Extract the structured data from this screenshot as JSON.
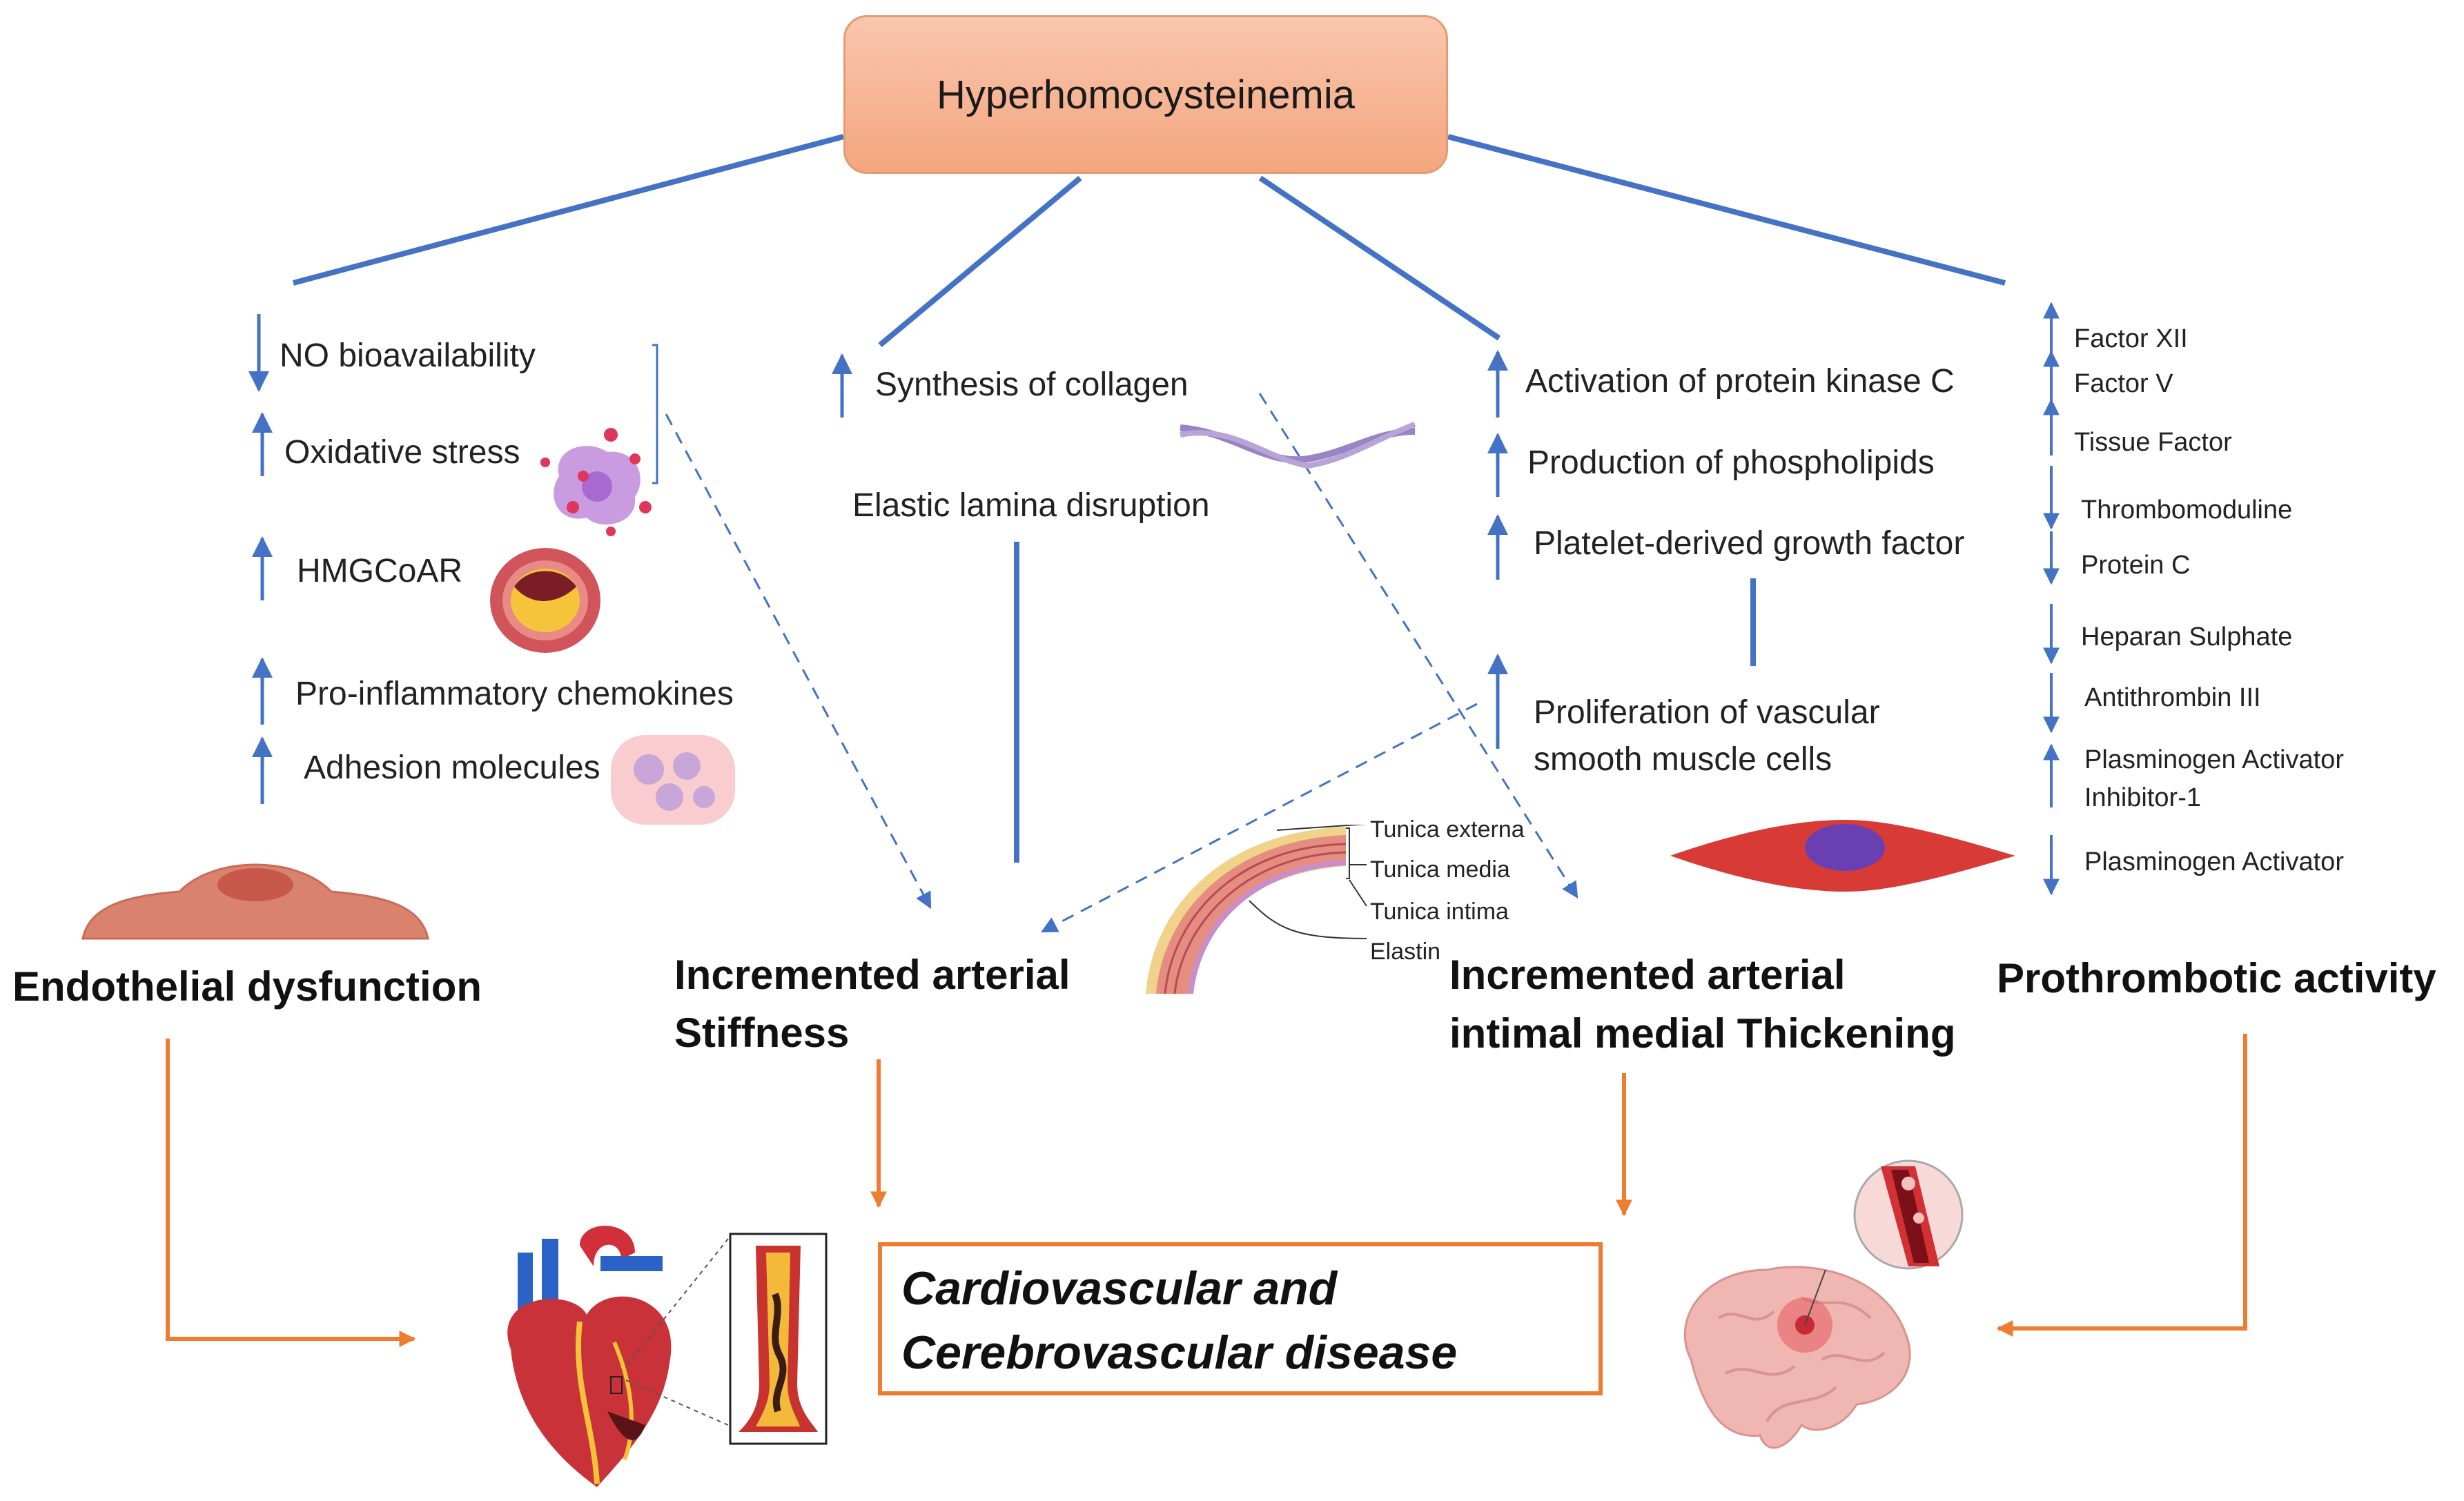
{
  "title": "Hyperhomocysteinemia",
  "outcome": {
    "line1": "Cardiovascular and",
    "line2": "Cerebrovascular disease"
  },
  "endothelial": {
    "heading": "Endothelial dysfunction",
    "items": [
      {
        "arrow": "down",
        "text": "NO bioavailability"
      },
      {
        "arrow": "up",
        "text": "Oxidative stress"
      },
      {
        "arrow": "up",
        "text": "HMGCoAR"
      },
      {
        "arrow": "up",
        "text": "Pro-inflammatory  chemokines"
      },
      {
        "arrow": "up",
        "text": "Adhesion molecules"
      }
    ]
  },
  "stiffness": {
    "heading_line1": "Incremented arterial",
    "heading_line2": "Stiffness",
    "items": [
      {
        "arrow": "up",
        "text": "Synthesis of collagen"
      },
      {
        "arrow": "none",
        "text": "Elastic lamina disruption"
      }
    ]
  },
  "thickening": {
    "heading_line1": "Incremented arterial",
    "heading_line2": "intimal medial Thickening",
    "items": [
      {
        "arrow": "up",
        "text": "Activation of protein kinase C"
      },
      {
        "arrow": "up",
        "text": "Production of phospholipids"
      },
      {
        "arrow": "up",
        "text": "Platelet-derived growth factor"
      },
      {
        "arrow": "up",
        "text_line1": "Proliferation of vascular",
        "text_line2": "smooth muscle cells"
      }
    ]
  },
  "artery_layers": [
    "Tunica externa",
    "Tunica media",
    "Tunica intima",
    "Elastin"
  ],
  "prothrombotic": {
    "heading": "Prothrombotic activity",
    "items": [
      {
        "arrow": "up",
        "text": "Factor XII"
      },
      {
        "arrow": "up",
        "text": "Factor V"
      },
      {
        "arrow": "up",
        "text": "Tissue Factor"
      },
      {
        "arrow": "down",
        "text": "Thrombomoduline"
      },
      {
        "arrow": "down",
        "text": "Protein C"
      },
      {
        "arrow": "down",
        "text": "Heparan Sulphate"
      },
      {
        "arrow": "down",
        "text": "Antithrombin  III"
      },
      {
        "arrow": "up",
        "text_line1": "Plasminogen Activator",
        "text_line2": "Inhibitor-1"
      },
      {
        "arrow": "down",
        "text": "Plasminogen Activator"
      }
    ]
  },
  "colors": {
    "blue": "#4472c4",
    "orange": "#ed7d31",
    "title_fill": "#f8b896",
    "cell": "#d9826e"
  },
  "icons": [
    "endothelial-cell-icon",
    "oxidative-stress-cell-icon",
    "artery-plaque-icon",
    "adhesion-cells-icon",
    "collagen-fiber-icon",
    "artery-wall-icon",
    "smooth-muscle-cell-icon",
    "heart-icon",
    "vessel-thrombus-icon",
    "brain-icon",
    "brain-vessel-icon"
  ]
}
